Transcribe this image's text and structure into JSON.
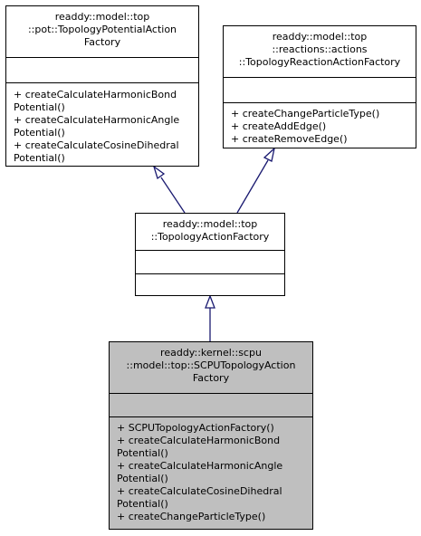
{
  "classes": {
    "pot": {
      "name_lines": [
        "readdy::model::top",
        "::pot::TopologyPotentialAction",
        "Factory"
      ],
      "attributes": [],
      "methods": [
        "+ createCalculateHarmonicBond",
        "Potential()",
        "+ createCalculateHarmonicAngle",
        "Potential()",
        "+ createCalculateCosineDihedral",
        "Potential()"
      ]
    },
    "reactions": {
      "name_lines": [
        "readdy::model::top",
        "::reactions::actions",
        "::TopologyReactionActionFactory"
      ],
      "attributes": [],
      "methods": [
        "+ createChangeParticleType()",
        "+ createAddEdge()",
        "+ createRemoveEdge()"
      ]
    },
    "topology": {
      "name_lines": [
        "readdy::model::top",
        "::TopologyActionFactory"
      ],
      "attributes": [],
      "methods": []
    },
    "scpu": {
      "name_lines": [
        "readdy::kernel::scpu",
        "::model::top::SCPUTopologyAction",
        "Factory"
      ],
      "attributes": [],
      "methods": [
        "+ SCPUTopologyActionFactory()",
        "+ createCalculateHarmonicBond",
        "Potential()",
        "+ createCalculateHarmonicAngle",
        "Potential()",
        "+ createCalculateCosineDihedral",
        "Potential()",
        "+ createChangeParticleType()"
      ]
    }
  },
  "colors": {
    "edge": "#191970",
    "highlight_fill": "#bfbfbf",
    "border": "#000000"
  }
}
